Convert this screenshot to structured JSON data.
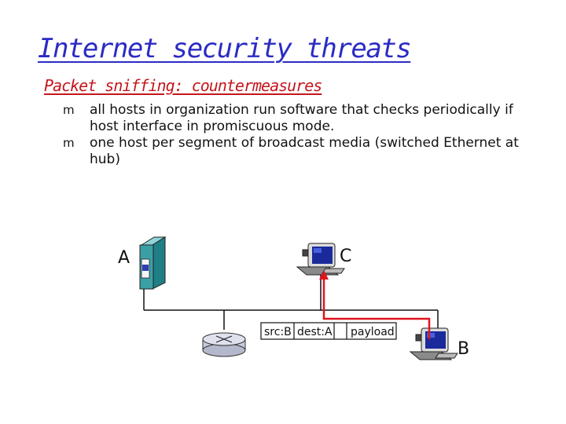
{
  "slide": {
    "title": "Internet security threats",
    "subtitle": "Packet sniffing: countermeasures",
    "bullet_marker": "m",
    "bullets": [
      "all hosts in organization run software that checks periodically if host interface in promiscuous mode.",
      "one host per segment of broadcast media (switched Ethernet at hub)"
    ]
  },
  "diagram": {
    "host_a_label": "A",
    "host_b_label": "B",
    "host_c_label": "C",
    "packet": {
      "src": "src:B",
      "dest": "dest:A",
      "payload": "payload"
    },
    "colors": {
      "flow_arrow": "#e0141e",
      "server_fill": "#3aa0a6",
      "router_fill": "#c9ccdc"
    }
  }
}
